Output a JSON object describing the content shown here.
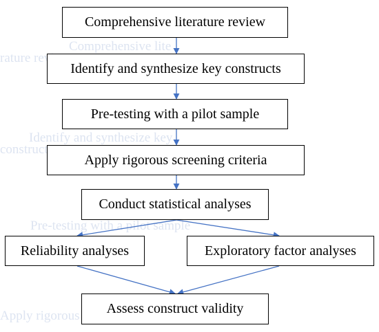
{
  "steps": {
    "literature_review": "Comprehensive literature review",
    "identify_constructs": "Identify and synthesize key constructs",
    "pilot_testing": "Pre-testing with a pilot sample",
    "screening_criteria": "Apply rigorous screening criteria",
    "statistical_analyses": "Conduct statistical analyses",
    "reliability_analyses": "Reliability analyses",
    "factor_analyses": "Exploratory factor analyses",
    "construct_validity": "Assess construct validity"
  },
  "background_ghost_text": {
    "line_1": "Comprehensive lite",
    "line_2": "rature review",
    "line_3": "Identify and synthesize key",
    "line_4": "constructs",
    "line_5": "Pre-testing with a pilot sample",
    "line_6": "Apply rigorous screening"
  },
  "colors": {
    "box_border": "#000000",
    "arrow": "#4472c4",
    "ghost_text": "#dde4f1"
  }
}
